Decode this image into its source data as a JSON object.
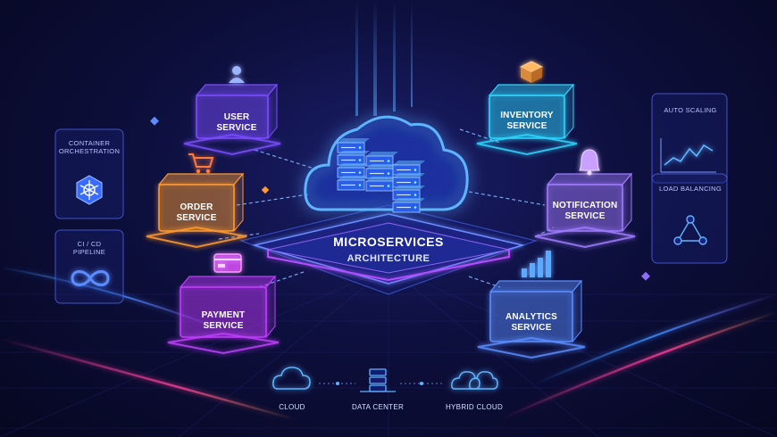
{
  "center": {
    "title_line1": "MICROSERVICES",
    "title_line2": "ARCHITECTURE",
    "icon": "cloud-server-icon"
  },
  "services": [
    {
      "id": "user",
      "line1": "USER",
      "line2": "SERVICE",
      "icon": "user-icon",
      "color": "#7b4dff"
    },
    {
      "id": "order",
      "line1": "ORDER",
      "line2": "SERVICE",
      "icon": "cart-icon",
      "color": "#ff9a2e"
    },
    {
      "id": "payment",
      "line1": "PAYMENT",
      "line2": "SERVICE",
      "icon": "card-icon",
      "color": "#c13cff"
    },
    {
      "id": "inventory",
      "line1": "INVENTORY",
      "line2": "SERVICE",
      "icon": "box-icon",
      "color": "#2fd6ff"
    },
    {
      "id": "notification",
      "line1": "NOTIFICATION",
      "line2": "SERVICE",
      "icon": "bell-icon",
      "color": "#a07bff"
    },
    {
      "id": "analytics",
      "line1": "ANALYTICS",
      "line2": "SERVICE",
      "icon": "bar-chart-icon",
      "color": "#5a8dff"
    }
  ],
  "side_panels": {
    "left": [
      {
        "line1": "CONTAINER",
        "line2": "ORCHESTRATION",
        "icon": "kubernetes-icon"
      },
      {
        "line1": "CI / CD",
        "line2": "PIPELINE",
        "icon": "infinity-icon"
      }
    ],
    "right": [
      {
        "line1": "AUTO SCALING",
        "icon": "line-chart-icon"
      },
      {
        "line1": "LOAD BALANCING",
        "icon": "network-nodes-icon"
      }
    ]
  },
  "deployment": [
    {
      "label": "CLOUD",
      "icon": "cloud-icon"
    },
    {
      "label": "DATA CENTER",
      "icon": "server-rack-icon"
    },
    {
      "label": "HYBRID CLOUD",
      "icon": "hybrid-cloud-icon"
    }
  ],
  "colors": {
    "background": "#0d0f3d",
    "accent_blue": "#3a8bff",
    "accent_purple": "#b44dff",
    "accent_orange": "#ff9a2e",
    "accent_cyan": "#2fd6ff"
  }
}
